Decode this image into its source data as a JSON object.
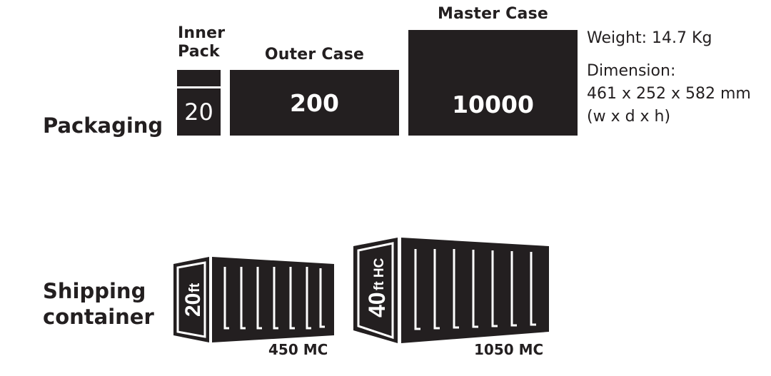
{
  "packaging": {
    "label": "Packaging",
    "inner_pack": {
      "title_line1": "Inner",
      "title_line2": "Pack",
      "value": "20"
    },
    "outer_case": {
      "title": "Outer Case",
      "value": "200"
    },
    "master_case": {
      "title": "Master Case",
      "value": "10000"
    },
    "details": {
      "weight": "Weight: 14.7 Kg",
      "dimension_label": "Dimension:",
      "dimension_value": "461 x 252 x 582 mm",
      "dimension_axes": "(w x d x h)"
    }
  },
  "shipping": {
    "label_line1": "Shipping",
    "label_line2": "container",
    "container_20": {
      "size_label": "20",
      "unit_label": "ft",
      "capacity": "450 MC"
    },
    "container_40": {
      "size_label": "40",
      "unit_label": "ft HC",
      "capacity": "1050 MC"
    }
  },
  "colors": {
    "dark": "#231f20",
    "light": "#ffffff"
  },
  "icons": [
    "shipping-container-20ft-icon",
    "shipping-container-40ft-hc-icon"
  ]
}
